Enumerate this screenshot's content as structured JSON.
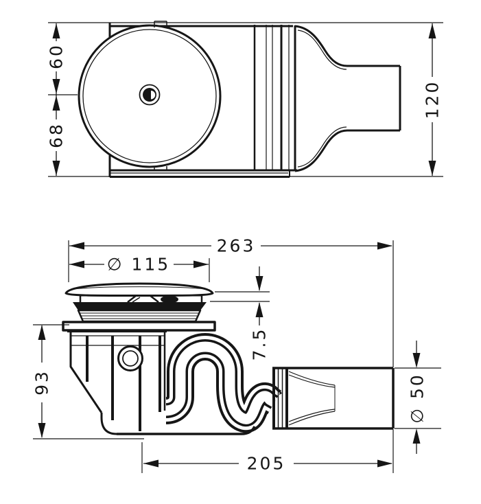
{
  "drawing": {
    "background": "#ffffff",
    "line_color": "#161616",
    "top_view": {
      "dim_top_to_center": "60",
      "dim_center_to_bottom": "68",
      "dim_overall_height": "120"
    },
    "side_view": {
      "dim_overall_length": "263",
      "dim_cover_diameter": "∅ 115",
      "dim_cover_lip_height": "7.5",
      "dim_installation_depth": "93",
      "dim_outlet_length": "205",
      "dim_outlet_diameter": "∅ 50"
    }
  }
}
